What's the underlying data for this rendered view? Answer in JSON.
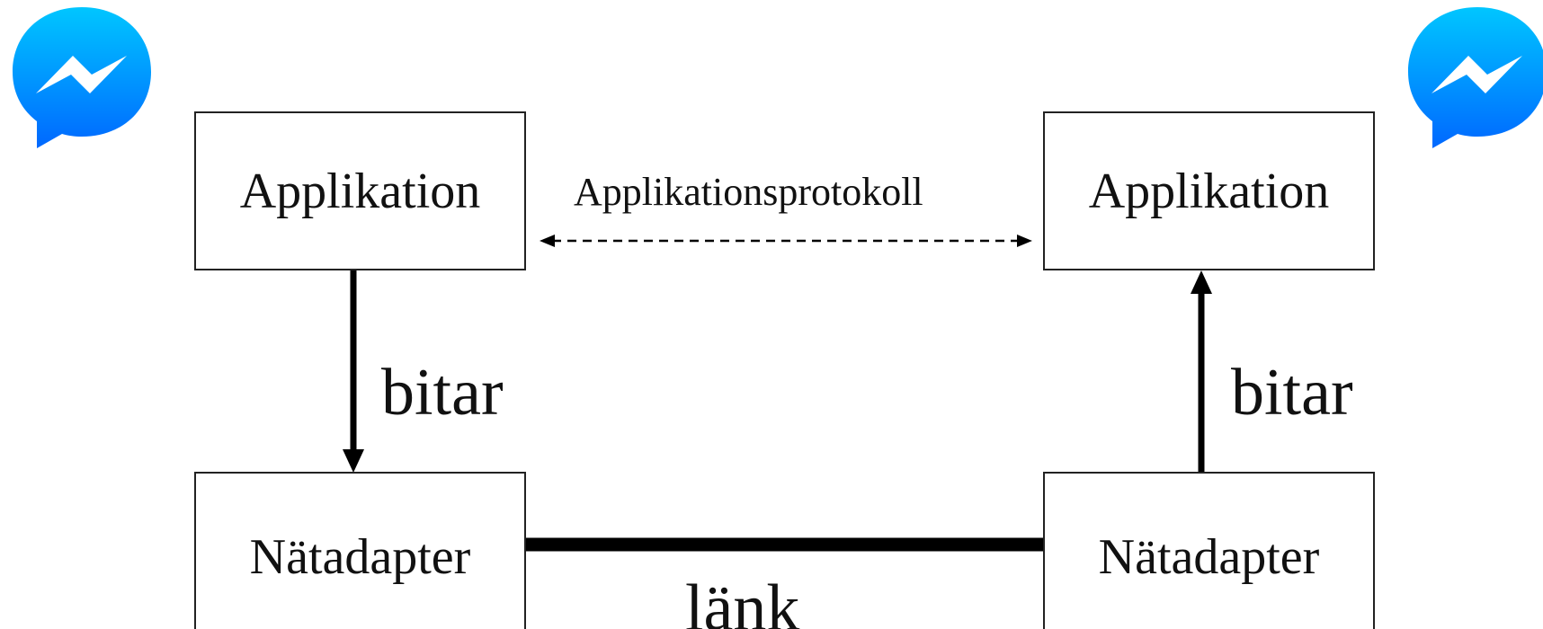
{
  "diagram": {
    "left_application": "Applikation",
    "right_application": "Applikation",
    "left_adapter": "Nätadapter",
    "right_adapter": "Nätadapter",
    "protocol_label": "Applikationsprotokoll",
    "left_bits_label": "bitar",
    "right_bits_label": "bitar",
    "link_label": "länk"
  },
  "icons": {
    "left": "messenger-icon",
    "right": "messenger-icon"
  },
  "colors": {
    "messenger_top": "#00C6FF",
    "messenger_bottom": "#0068FF",
    "lines": "#000000"
  }
}
